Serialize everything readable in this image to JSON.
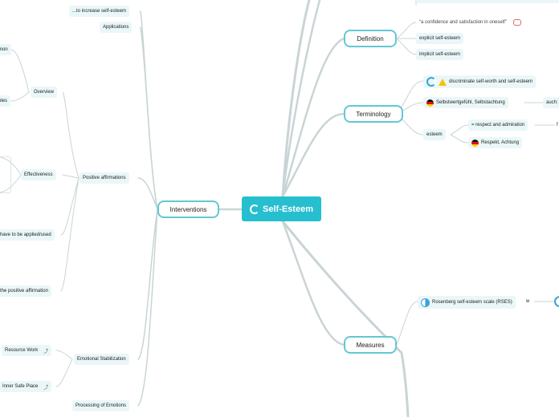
{
  "central": {
    "label": "Self-Esteem",
    "icon": "pie-progress-icon"
  },
  "right": {
    "definition": {
      "label": "Definition",
      "children": [
        "“a confidence and satisfaction in oneself”",
        "explicit self-esteem",
        "implicit self-esteem"
      ]
    },
    "terminology": {
      "label": "Terminology",
      "discriminate": "discriminate self-worth and self-esteem",
      "selbstwert": "Selbstwertgefühl, Selbstachtung",
      "auch": "auch:",
      "esteem": "esteem",
      "respect": "= respect and admiration",
      "respekt": "Respekt, Achtung",
      "edge_fragment": "f"
    },
    "measures": {
      "label": "Measures",
      "rses": "Rosenberg self-esteem scale (RSES)",
      "rses_suffix": "w"
    }
  },
  "left": {
    "interventions": {
      "label": "Interventions"
    },
    "top_items": [
      "...to increase self-esteem",
      "Applications"
    ],
    "positive_affirmations": {
      "label": "Positive affirmations",
      "overview": "Overview",
      "overview_children": [
        "mon",
        "ples"
      ],
      "effectiveness": "Effectiveness",
      "applied": "have to be applied/used",
      "affirmation": "the positive affirmation"
    },
    "emotional_stabilization": {
      "label": "Emotional Stabilization",
      "children": [
        "Resource Work",
        "Inner Safe Place"
      ]
    },
    "processing": "Processing of Emotions"
  }
}
